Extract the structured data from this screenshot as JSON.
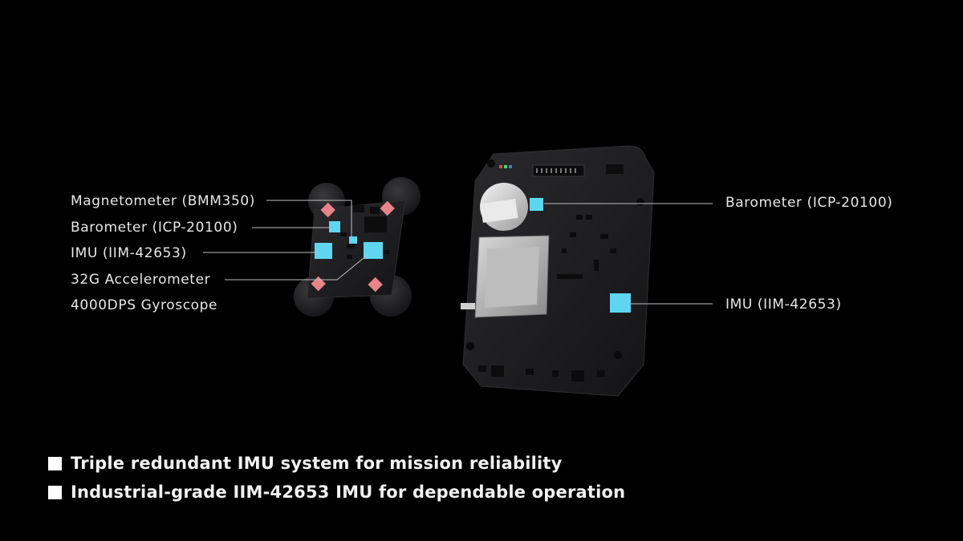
{
  "left_module": {
    "labels": [
      "Magnetometer (BMM350)",
      "Barometer (ICP-20100)",
      "IMU (IIM-42653)",
      "32G Accelerometer",
      "4000DPS Gyroscope"
    ]
  },
  "right_module": {
    "labels": [
      "Barometer (ICP-20100)",
      "IMU (IIM-42653)"
    ]
  },
  "bullets": [
    "Triple redundant IMU system for mission reliability",
    "Industrial-grade IIM-42653 IMU for dependable operation"
  ],
  "colors": {
    "background": "#000000",
    "board": "#1c1c1e",
    "sensor_highlight": "#5fd6f0",
    "damper_pad": "#e8838a",
    "leader_line": "#bfbfbf"
  }
}
